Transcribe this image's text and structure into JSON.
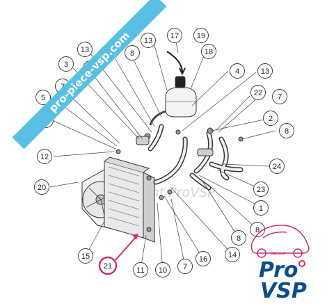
{
  "banner": {
    "text": "pro-piece-vsp.com",
    "color": "#5bbfe4"
  },
  "watermark": {
    "text": "copyright ProVSP"
  },
  "logo": {
    "line1": "Pro",
    "line2": "VSP",
    "group": "GROUP",
    "accent": "#c82d6e",
    "ink": "#0e4d8a"
  },
  "highlight_color": "#c82d6e",
  "callouts": [
    {
      "id": "c-1",
      "label": "1"
    },
    {
      "id": "c-2",
      "label": "2"
    },
    {
      "id": "c-3",
      "label": "3"
    },
    {
      "id": "c-4",
      "label": "4"
    },
    {
      "id": "c-5",
      "label": "5"
    },
    {
      "id": "c-6",
      "label": "6"
    },
    {
      "id": "c-7a",
      "label": "7"
    },
    {
      "id": "c-7b",
      "label": "7"
    },
    {
      "id": "c-7c",
      "label": "7"
    },
    {
      "id": "c-7d",
      "label": "7"
    },
    {
      "id": "c-8a",
      "label": "8"
    },
    {
      "id": "c-8b",
      "label": "8"
    },
    {
      "id": "c-8c",
      "label": "8"
    },
    {
      "id": "c-8d",
      "label": "8"
    },
    {
      "id": "c-10",
      "label": "10"
    },
    {
      "id": "c-11",
      "label": "11"
    },
    {
      "id": "c-12",
      "label": "12"
    },
    {
      "id": "c-13a",
      "label": "13"
    },
    {
      "id": "c-13b",
      "label": "13"
    },
    {
      "id": "c-13c",
      "label": "13"
    },
    {
      "id": "c-14",
      "label": "14"
    },
    {
      "id": "c-15",
      "label": "15"
    },
    {
      "id": "c-16",
      "label": "16"
    },
    {
      "id": "c-17",
      "label": "17"
    },
    {
      "id": "c-18",
      "label": "18"
    },
    {
      "id": "c-19",
      "label": "19"
    },
    {
      "id": "c-20",
      "label": "20"
    },
    {
      "id": "c-21",
      "label": "21",
      "highlight": true
    },
    {
      "id": "c-22",
      "label": "22"
    },
    {
      "id": "c-23",
      "label": "23"
    },
    {
      "id": "c-24",
      "label": "24"
    }
  ]
}
